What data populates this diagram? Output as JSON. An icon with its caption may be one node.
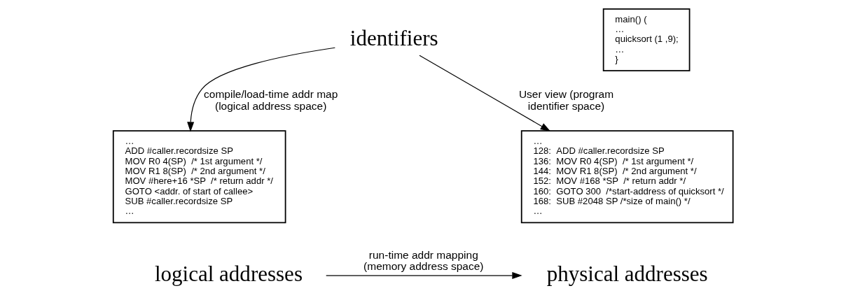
{
  "diagram": {
    "nodes": [
      {
        "text": [
          "main() (",
          "…",
          "quicksort (1 ,9);",
          "…",
          "}"
        ]
      },
      {
        "text": [
          "identifiers"
        ]
      },
      {
        "text": [
          "…",
          "ADD #caller.recordsize SP",
          "MOV R0 4(SP)  /* 1st argument */",
          "MOV R1 8(SP)  /* 2nd argument */",
          "MOV #here+16 *SP  /* return addr */",
          "GOTO <addr. of start of callee>",
          "SUB #caller.recordsize SP",
          "…"
        ]
      },
      {
        "text": [
          "…",
          "128:  ADD #caller.recordsize SP",
          "136:  MOV R0 4(SP)  /* 1st argument */",
          "144:  MOV R1 8(SP)  /* 2nd argument */",
          "152:  MOV #168 *SP  /* return addr */",
          "160:  GOTO 300  /*start-address of quicksort */",
          "168:  SUB #2048 SP /*size of main() */",
          "…"
        ]
      },
      {
        "text": [
          "logical addresses"
        ]
      },
      {
        "text": [
          "physical addresses"
        ]
      }
    ],
    "edges": [
      {
        "from": 1,
        "to": 2,
        "arrow": "to",
        "label": "compile/load-time addr map (logical address space)"
      },
      {
        "from": 1,
        "to": 3,
        "arrow": "to",
        "label": "User view (program identifier space)"
      },
      {
        "from": 4,
        "to": 5,
        "arrow": "to",
        "label": "run-time addr mapping (memory address space)"
      }
    ]
  }
}
